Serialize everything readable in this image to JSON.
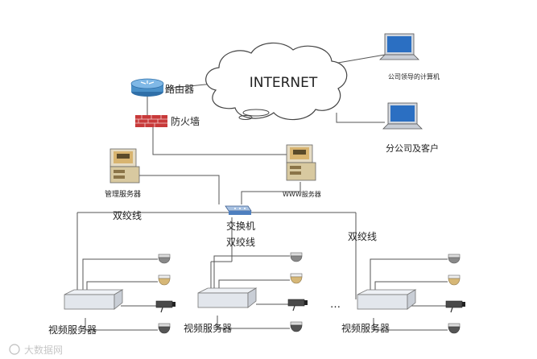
{
  "labels": {
    "internet": "INTERNET",
    "router": "路由器",
    "firewall": "防火墙",
    "hq_computer": "公司领导的计算机",
    "branch_client": "分公司及客户",
    "mgmt_server": "管理服务器",
    "www_server": "WWW服务器",
    "switch": "交换机",
    "twisted_pair_left": "双绞线",
    "twisted_pair_center": "双绞线",
    "twisted_pair_right": "双绞线",
    "video_server_1": "视频服务器",
    "video_server_2": "视频服务器",
    "video_server_3": "视频服务器",
    "ellipsis": "…",
    "watermark": "大数据网"
  },
  "colors": {
    "router_body": "#4a90c8",
    "firewall_red": "#c83a3a",
    "screen_blue": "#2b6fc2",
    "server_tan": "#d8b470",
    "switch_blue": "#4e7fbf"
  },
  "icons": {
    "router": "router-icon",
    "firewall": "firewall-icon",
    "laptop": "laptop-icon",
    "server": "server-icon",
    "switch": "switch-icon",
    "dvr": "dvr-icon",
    "dome_camera": "dome-camera-icon",
    "box_camera": "box-camera-icon"
  }
}
